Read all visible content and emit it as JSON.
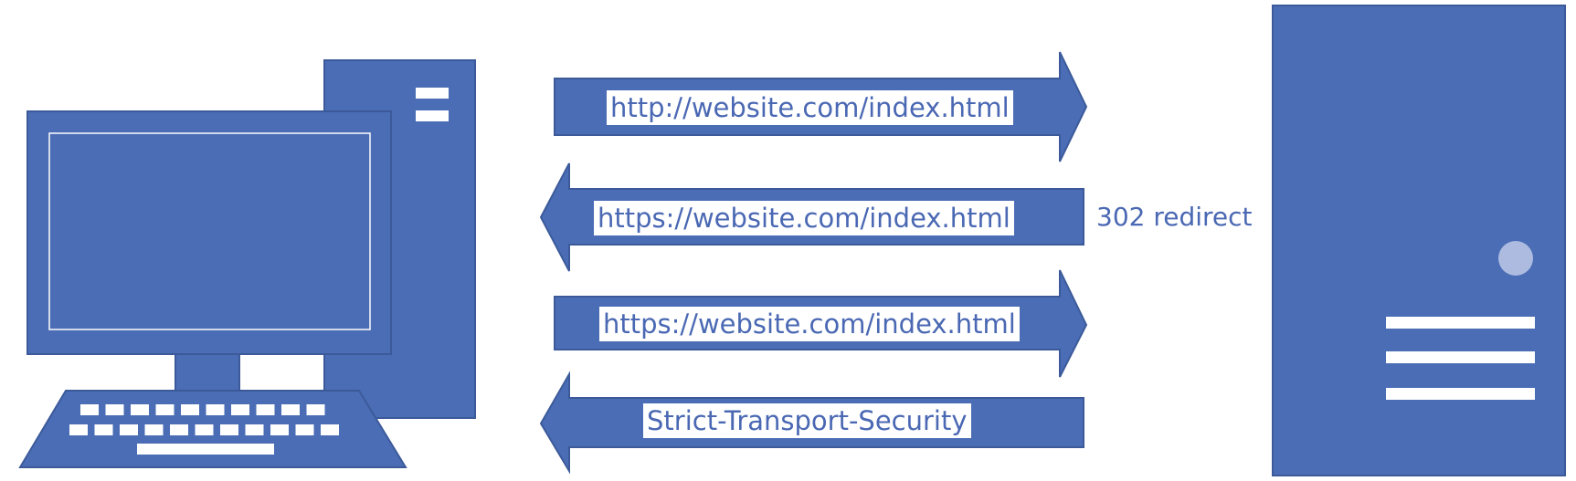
{
  "colors": {
    "shape_fill": "#4a6db5",
    "shape_stroke": "#3c5a9a",
    "label_text": "#4a68b3",
    "server_button": "#aebbe0",
    "background": "#ffffff"
  },
  "client": {
    "icon": "desktop-computer-icon"
  },
  "server": {
    "icon": "server-tower-icon"
  },
  "messages": [
    {
      "label": "http://website.com/index.html",
      "direction": "client-to-server"
    },
    {
      "label": "https://website.com/index.html",
      "direction": "server-to-client",
      "note": "302 redirect"
    },
    {
      "label": "https://website.com/index.html",
      "direction": "client-to-server"
    },
    {
      "label": "Strict-Transport-Security",
      "direction": "server-to-client"
    }
  ]
}
